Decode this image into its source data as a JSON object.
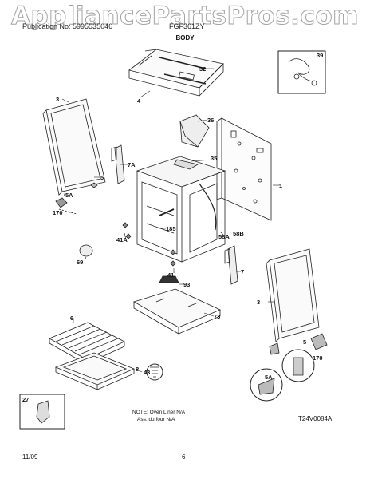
{
  "watermark": "AppliancePartsPros.com",
  "header": {
    "left": "Publication No: 5995535046",
    "center": "FGF361ZY"
  },
  "title": "BODY",
  "labels": {
    "l39": "39",
    "l32": "32",
    "l4": "4",
    "l3a": "3",
    "l36": "36",
    "l35": "35",
    "l1": "1",
    "l7a": "7A",
    "l5a": "5",
    "l5aA": "5A",
    "l170a": "170",
    "l185": "185",
    "l41a": "41A",
    "l69": "69",
    "l58a": "58A",
    "l58b": "58B",
    "l41": "41",
    "l7": "7",
    "l93": "93",
    "l73": "73",
    "l3b": "3",
    "l6": "6",
    "l43": "43",
    "l8": "8",
    "l5b": "5",
    "l5aB": "5A",
    "l170b": "170",
    "l27": "27"
  },
  "note": {
    "line1": "NOTE: Oven Liner N/A",
    "line2": "Ass. du four N/A"
  },
  "code": "T24V0084A",
  "footer": {
    "date": "11/09",
    "page": "6"
  }
}
